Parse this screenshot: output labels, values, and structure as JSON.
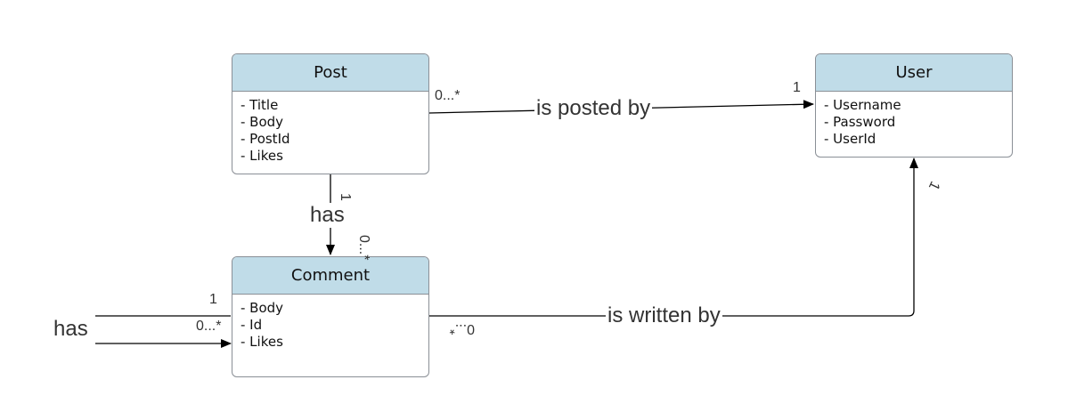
{
  "entities": {
    "post": {
      "name": "Post",
      "attributes": [
        "- Title",
        "- Body",
        "- PostId",
        "- Likes"
      ]
    },
    "user": {
      "name": "User",
      "attributes": [
        "- Username",
        "- Password",
        "- UserId"
      ]
    },
    "comment": {
      "name": "Comment",
      "attributes": [
        "- Body",
        "- Id",
        "- Likes"
      ]
    }
  },
  "relations": {
    "post_user": {
      "label": "is posted by",
      "from_mult": "0...*",
      "to_mult": "1"
    },
    "post_comment": {
      "label": "has",
      "from_mult": "1",
      "to_mult": "0...*"
    },
    "comment_user": {
      "label": "is written by",
      "from_mult": "0...*",
      "to_mult": "1"
    },
    "comment_self": {
      "label": "has",
      "mult_top": "1",
      "mult_bottom": "0...*"
    }
  },
  "colors": {
    "header_fill": "#c0dce8",
    "border": "#8a8f96",
    "line": "#000000"
  }
}
